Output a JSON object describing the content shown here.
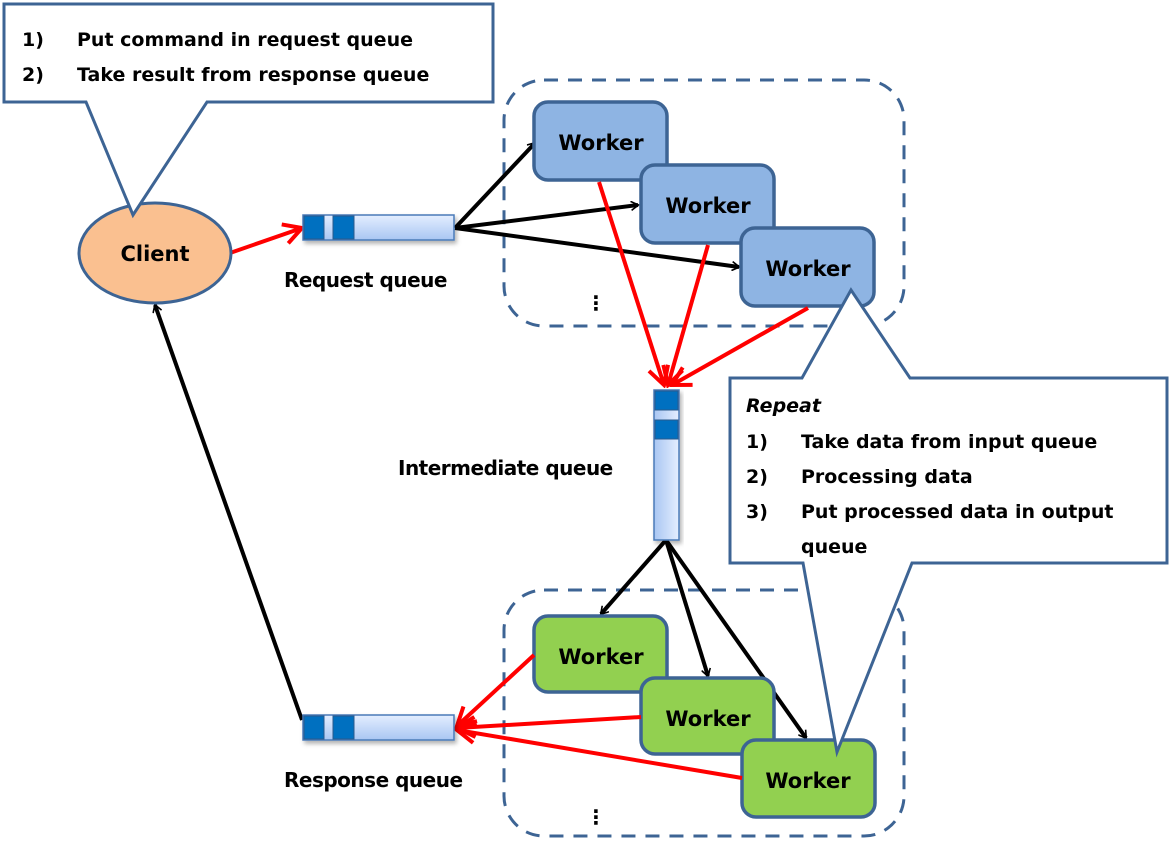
{
  "colors": {
    "client_fill": "#fac090",
    "outline": "#3d6494",
    "request_worker_fill": "#8eb4e3",
    "response_worker_fill": "#92d050",
    "queue_slot": "#0070c0",
    "queue_body": "#c6d9f8",
    "data_flow": "#ff0000",
    "control_flow": "#000000"
  },
  "client": {
    "label": "Client"
  },
  "client_callout": {
    "items": [
      {
        "num": "1)",
        "text": "Put command in request queue"
      },
      {
        "num": "2)",
        "text": "Take result from response queue"
      }
    ]
  },
  "queues": {
    "request": {
      "label": "Request queue"
    },
    "intermediate": {
      "label": "Intermediate queue"
    },
    "response": {
      "label": "Response queue"
    }
  },
  "request_workers": {
    "workers": [
      "Worker",
      "Worker",
      "Worker"
    ],
    "ellipsis": "⋮"
  },
  "response_workers": {
    "workers": [
      "Worker",
      "Worker",
      "Worker"
    ],
    "ellipsis": "⋮"
  },
  "worker_callout": {
    "title": "Repeat",
    "items": [
      {
        "num": "1)",
        "text": "Take data from input queue"
      },
      {
        "num": "2)",
        "text": "Processing data"
      },
      {
        "num": "3)",
        "text": "Put processed data in output"
      },
      {
        "num": "",
        "text": "queue"
      }
    ]
  }
}
